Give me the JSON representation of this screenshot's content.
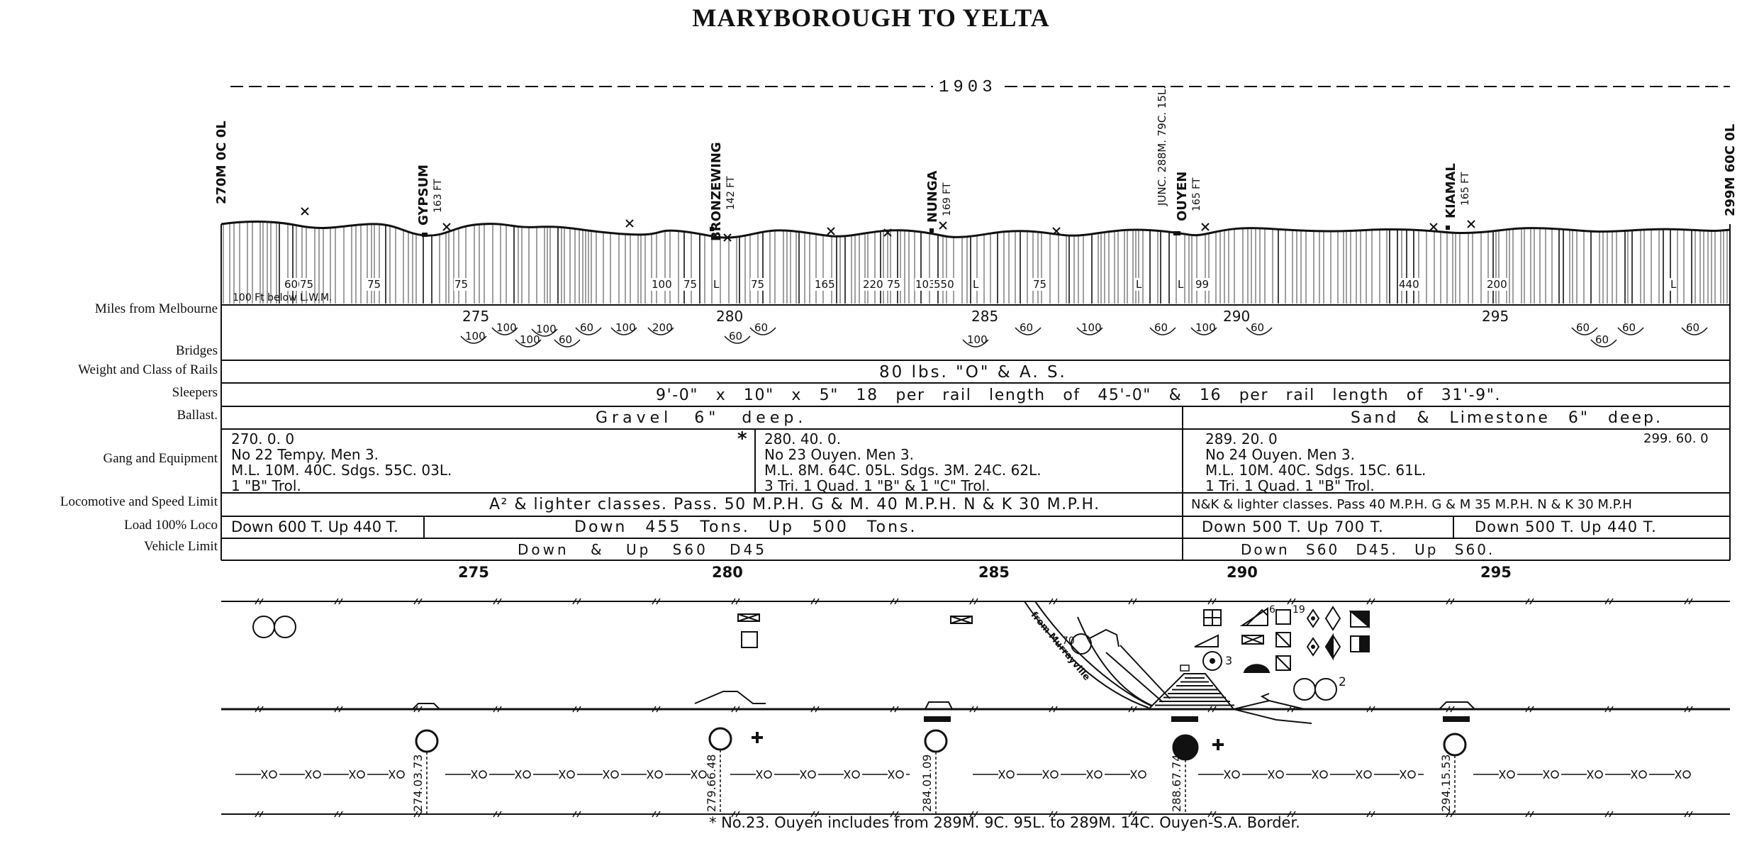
{
  "title": "MARYBOROUGH TO YELTA",
  "year": "1903",
  "start_mileage": "270M 0C 0L",
  "end_mileage": "299M 60C 0L",
  "junction_label": "JUNC. 288M. 79C. 15L.",
  "stations": [
    {
      "name": "GYPSUM",
      "height": "163 FT"
    },
    {
      "name": "BRONZEWING",
      "height": "142 FT"
    },
    {
      "name": "NUNGA",
      "height": "169 FT"
    },
    {
      "name": "OUYEN",
      "height": "165 FT"
    },
    {
      "name": "KIAMAL",
      "height": "165 FT"
    }
  ],
  "profile_note": "100 Ft below L.W.M.",
  "gradients": [
    "600",
    "75",
    "75",
    "75",
    "100",
    "75",
    "L",
    "75",
    "165",
    "220",
    "75",
    "103",
    "550",
    "L",
    "75",
    "L",
    "L",
    "99",
    "440",
    "200",
    "L"
  ],
  "row_labels": {
    "miles": "Miles from Melbourne",
    "bridges": "Bridges",
    "rails": "Weight and Class of Rails",
    "sleepers": "Sleepers",
    "ballast": "Ballast.",
    "gang": "Gang and Equipment",
    "loco": "Locomotive and Speed Limit",
    "load": "Load 100% Loco",
    "vehicle": "Vehicle Limit"
  },
  "miles_marks": [
    "275",
    "280",
    "285",
    "290",
    "295"
  ],
  "bridges": [
    "100",
    "100",
    "100",
    "100",
    "60",
    "60",
    "100",
    "200",
    "60",
    "60",
    "100",
    "60",
    "100",
    "60",
    "100",
    "60",
    "60",
    "60",
    "60",
    "60"
  ],
  "rails": "80 lbs. \"O\" & A. S.",
  "sleepers": "9'-0\" x 10\" x 5\" 18 per rail length of 45'-0\" & 16 per rail length of 31'-9\".",
  "ballast": {
    "left": "Gravel 6\" deep.",
    "right": "Sand & Limestone 6\" deep."
  },
  "gang": {
    "marker": "*",
    "end_value": "299. 60. 0",
    "sections": [
      {
        "text": "270. 0. 0\nNo 22 Tempy. Men 3.\nM.L. 10M. 40C. Sdgs. 55C. 03L.\n1 \"B\" Trol."
      },
      {
        "text": "280. 40. 0.\nNo 23 Ouyen. Men 3.\nM.L. 8M. 64C. 05L. Sdgs. 3M. 24C. 62L.\n3 Tri. 1 Quad. 1 \"B\" & 1 \"C\" Trol."
      },
      {
        "text": "289. 20. 0\nNo 24 Ouyen. Men 3.\nM.L. 10M. 40C. Sdgs. 15C. 61L.\n1 Tri. 1 Quad. 1 \"B\" Trol."
      }
    ]
  },
  "loco": {
    "left": "A² & lighter classes. Pass. 50 M.P.H. G & M. 40 M.P.H. N & K 30 M.P.H.",
    "right": "N&K & lighter classes. Pass 40 M.P.H. G & M 35 M.P.H. N & K 30 M.P.H"
  },
  "load": [
    "Down 600 T. Up 440 T.",
    "Down 455 Tons. Up 500 Tons.",
    "Down 500 T. Up 700 T.",
    "Down 500 T. Up 440 T."
  ],
  "vehicle": {
    "left": "Down & Up S60 D45",
    "right": "Down S60 D45. Up S60."
  },
  "lower_miles": [
    "275",
    "280",
    "285",
    "290",
    "295"
  ],
  "station_posts": [
    "274.03.73",
    "279.66.48",
    "284.01.09",
    "288.67.74",
    "294.15.53"
  ],
  "from_label": "from Murrayville",
  "signal_numbers": [
    "70",
    "6",
    "19",
    "3",
    "2"
  ],
  "footnote": "* No.23. Ouyen includes from 289M. 9C. 95L. to 289M. 14C. Ouyen-S.A. Border."
}
